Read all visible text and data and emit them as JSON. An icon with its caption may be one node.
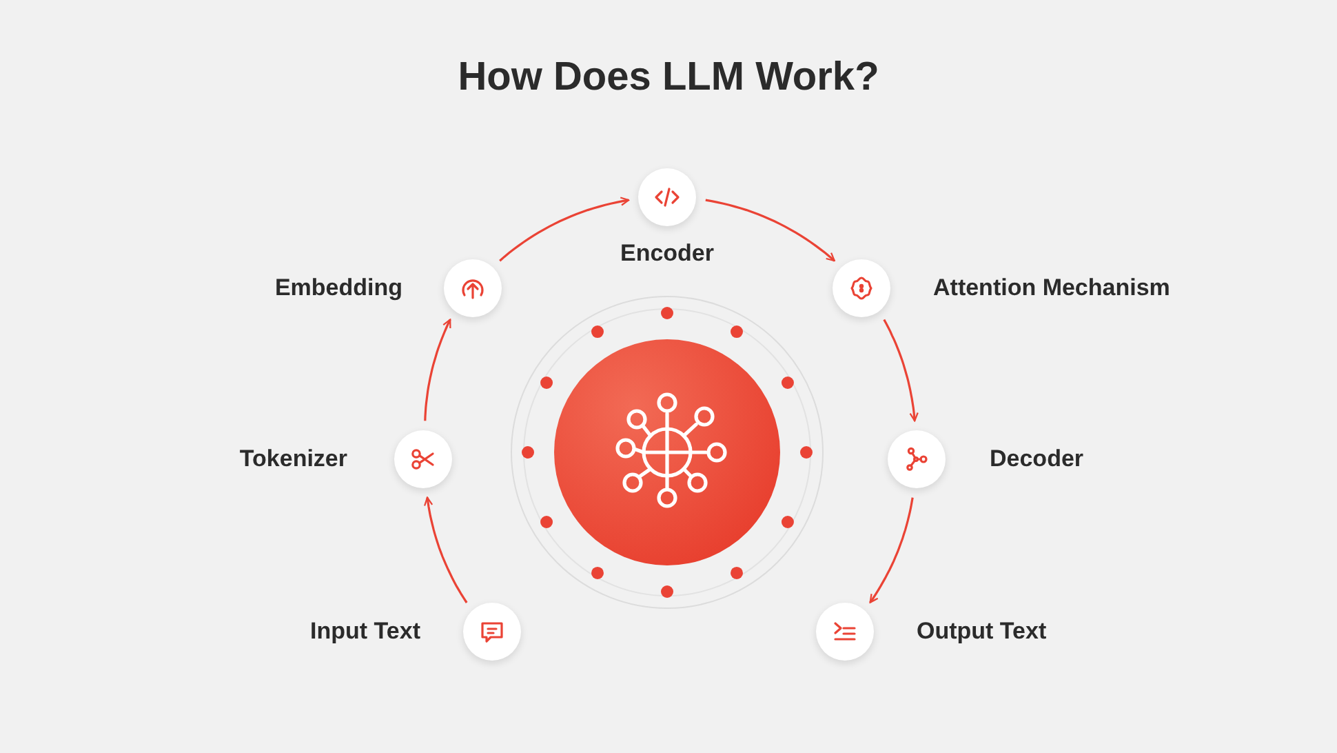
{
  "diagram": {
    "title": "How Does LLM Work?",
    "nodes": [
      {
        "text": [],
        "shape": "circle",
        "beside": [
          "Input Text"
        ]
      },
      {
        "text": [],
        "shape": "circle",
        "beside": [
          "Tokenizer"
        ]
      },
      {
        "text": [],
        "shape": "circle",
        "beside": [
          "Embedding"
        ]
      },
      {
        "text": [],
        "shape": "circle",
        "beside": [
          "Encoder"
        ]
      },
      {
        "text": [],
        "shape": "circle",
        "beside": [
          "Attention Mechanism"
        ]
      },
      {
        "text": [],
        "shape": "circle",
        "beside": [
          "Decoder"
        ]
      },
      {
        "text": [],
        "shape": "circle",
        "beside": [
          "Output Text"
        ]
      }
    ],
    "edges": [
      {
        "from": 0,
        "to": 1,
        "arrow": "to"
      },
      {
        "from": 1,
        "to": 2,
        "arrow": "to"
      },
      {
        "from": 2,
        "to": 3,
        "arrow": "to"
      },
      {
        "from": 3,
        "to": 4,
        "arrow": "to"
      },
      {
        "from": 4,
        "to": 5,
        "arrow": "to"
      },
      {
        "from": 5,
        "to": 6,
        "arrow": "to"
      }
    ]
  }
}
